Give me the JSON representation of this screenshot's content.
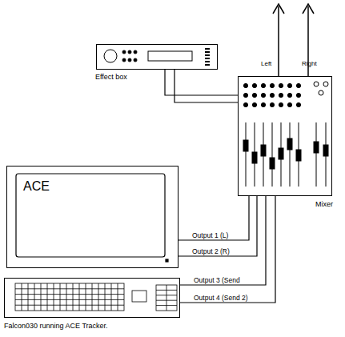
{
  "diagram": {
    "nodes": [
      {
        "text": [
          "Effect box"
        ]
      },
      {
        "text": [
          "Mixer"
        ]
      },
      {
        "text": [
          "ACE"
        ]
      },
      {
        "text": [
          "Falcon030 running ACE Tracker."
        ]
      }
    ],
    "edges": [
      {
        "from": 0,
        "to": 1,
        "arrow": "none"
      },
      {
        "from": 0,
        "to": 1,
        "arrow": "none"
      },
      {
        "from": 2,
        "to": 1,
        "label": "Output 1 (L)",
        "arrow": "none"
      },
      {
        "from": 2,
        "to": 1,
        "label": "Output 2 (R)",
        "arrow": "none"
      },
      {
        "from": 3,
        "to": 1,
        "label": "Output 3 (Send",
        "arrow": "none"
      },
      {
        "from": 3,
        "to": 1,
        "label": "Output 4 (Send 2)",
        "arrow": "none"
      }
    ],
    "labels": [
      "Left",
      "Right"
    ]
  }
}
